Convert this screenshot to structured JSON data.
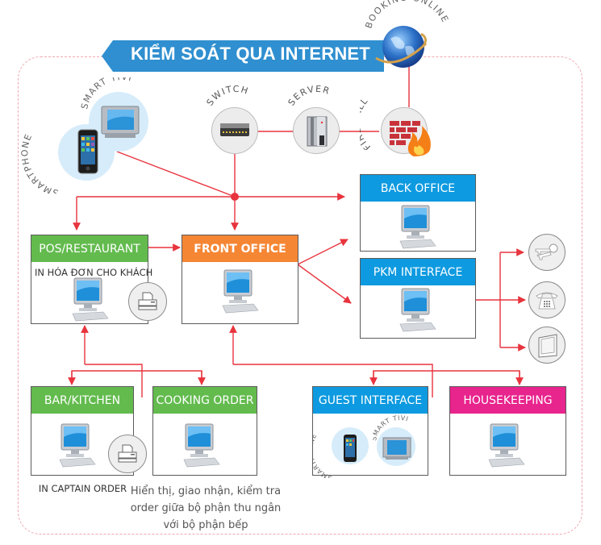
{
  "banner": {
    "title": "KIỂM SOÁT QUA INTERNET",
    "color": "#2f8fd0"
  },
  "booking": {
    "label": "BOOKING ONLINE",
    "icon": "globe-icon"
  },
  "devices_top": {
    "smartphone_label": "SMARTPHONE",
    "smart_tv_label": "SMART TIVI",
    "switch_label": "SWITCH",
    "server_label": "SERVER",
    "firewall_label": "FIREWALL"
  },
  "nodes": {
    "pos": {
      "title": "POS/RESTAURANT",
      "subtitle": "IN HÓA ĐƠN CHO KHÁCH",
      "color": "#63bb4e"
    },
    "front_office": {
      "title": "FRONT OFFICE",
      "color": "#f58634"
    },
    "back_office": {
      "title": "BACK OFFICE",
      "color": "#0d9ae0"
    },
    "pkm": {
      "title": "PKM INTERFACE",
      "color": "#0d9ae0"
    },
    "bar_kitchen": {
      "title": "BAR/KITCHEN",
      "caption": "IN CAPTAIN ORDER",
      "color": "#63bb4e"
    },
    "cooking_order": {
      "title": "COOKING ORDER",
      "caption_lines": [
        "Hiển thị, giao nhận, kiểm tra",
        "order giữa bộ phận thu ngân",
        "với bộ phận bếp"
      ],
      "color": "#63bb4e"
    },
    "guest_interface": {
      "title": "GUEST INTERFACE",
      "smartphone_label": "SMARTPHONE",
      "smart_tv_label": "SMART TIVI",
      "color": "#0d9ae0"
    },
    "housekeeping": {
      "title": "HOUSEKEEPING",
      "color": "#e8248d"
    }
  },
  "pkm_outputs": [
    "key-card-icon",
    "telephone-icon",
    "tv-icon"
  ],
  "colors": {
    "wire": "#e8343e",
    "frame": "#f1a7b0"
  }
}
